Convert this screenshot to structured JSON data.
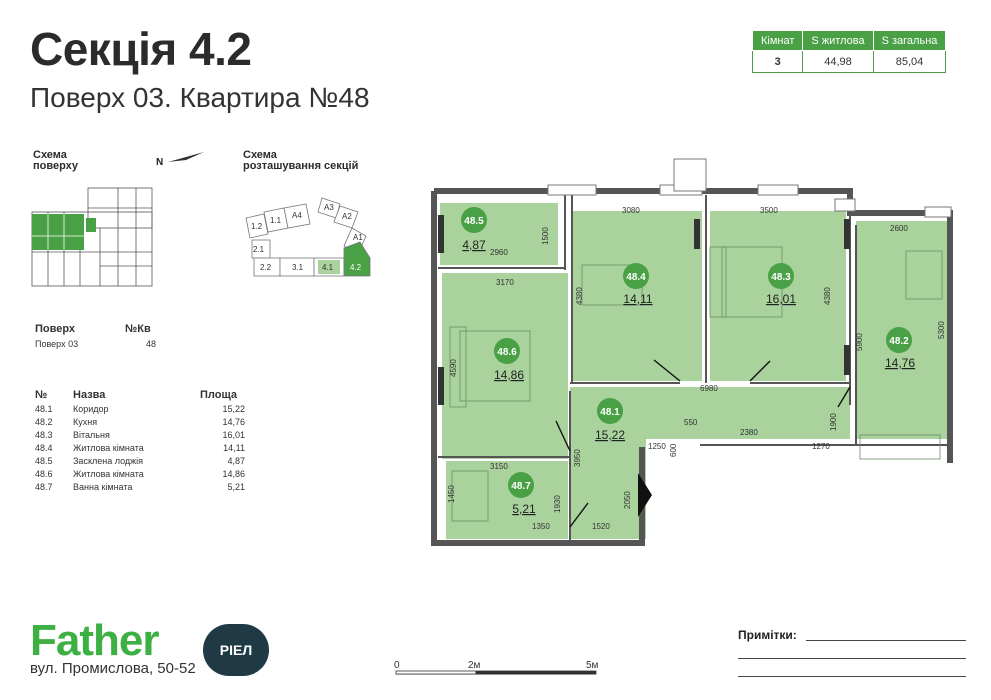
{
  "header": {
    "title": "Секція 4.2",
    "subtitle": "Поверх 03. Квартира №48"
  },
  "summary": {
    "headers": [
      "Кімнат",
      "S житлова",
      "S загальна"
    ],
    "values": [
      "3",
      "44,98",
      "85,04"
    ]
  },
  "floor_scheme": {
    "title_line1": "Схема",
    "title_line2": "поверху",
    "north": "N"
  },
  "section_scheme": {
    "title_line1": "Схема",
    "title_line2": "розташування секцій",
    "labels": [
      "1.2",
      "1.1",
      "A4",
      "A3",
      "A2",
      "A1",
      "2.1",
      "2.2",
      "3.1",
      "4.1",
      "4.2"
    ]
  },
  "floor_info": {
    "floor_label": "Поверх",
    "apt_label": "№Кв",
    "floor_value": "Поверх 03",
    "apt_value": "48"
  },
  "rooms_table": {
    "headers": [
      "№",
      "Назва",
      "Площа"
    ],
    "rows": [
      {
        "id": "48.1",
        "name": "Коридор",
        "area": "15,22"
      },
      {
        "id": "48.2",
        "name": "Кухня",
        "area": "14,76"
      },
      {
        "id": "48.3",
        "name": "Вітальня",
        "area": "16,01"
      },
      {
        "id": "48.4",
        "name": "Житлова кімната",
        "area": "14,11"
      },
      {
        "id": "48.5",
        "name": "Засклена лоджія",
        "area": "4,87"
      },
      {
        "id": "48.6",
        "name": "Житлова кімната",
        "area": "14,86"
      },
      {
        "id": "48.7",
        "name": "Ванна кімната",
        "area": "5,21"
      }
    ]
  },
  "plan": {
    "rooms": [
      {
        "id": "48.5",
        "area": "4,87"
      },
      {
        "id": "48.4",
        "area": "14,11"
      },
      {
        "id": "48.3",
        "area": "16,01"
      },
      {
        "id": "48.2",
        "area": "14,76"
      },
      {
        "id": "48.6",
        "area": "14,86"
      },
      {
        "id": "48.1",
        "area": "15,22"
      },
      {
        "id": "48.7",
        "area": "5,21"
      }
    ],
    "dimensions": [
      "2960",
      "1500",
      "3080",
      "3500",
      "2600",
      "3170",
      "4380",
      "4380",
      "5300",
      "5900",
      "4590",
      "6980",
      "550",
      "2380",
      "1250",
      "600",
      "1270",
      "1900",
      "3150",
      "3950",
      "1450",
      "1930",
      "2050",
      "1350",
      "1520"
    ]
  },
  "scale": {
    "labels": [
      "0",
      "2м",
      "5м"
    ]
  },
  "footer": {
    "brand": "Father",
    "brand_badge": "РІЕЛ",
    "address": "вул. Промислова, 50-52",
    "notes_label": "Примітки:"
  },
  "colors": {
    "room_fill": "#a9d29d",
    "room_fill_light": "#c5e3bb",
    "badge": "#49a045",
    "wall": "#555555",
    "brand_green": "#3cb043",
    "badge_dark": "#1f3a45"
  }
}
